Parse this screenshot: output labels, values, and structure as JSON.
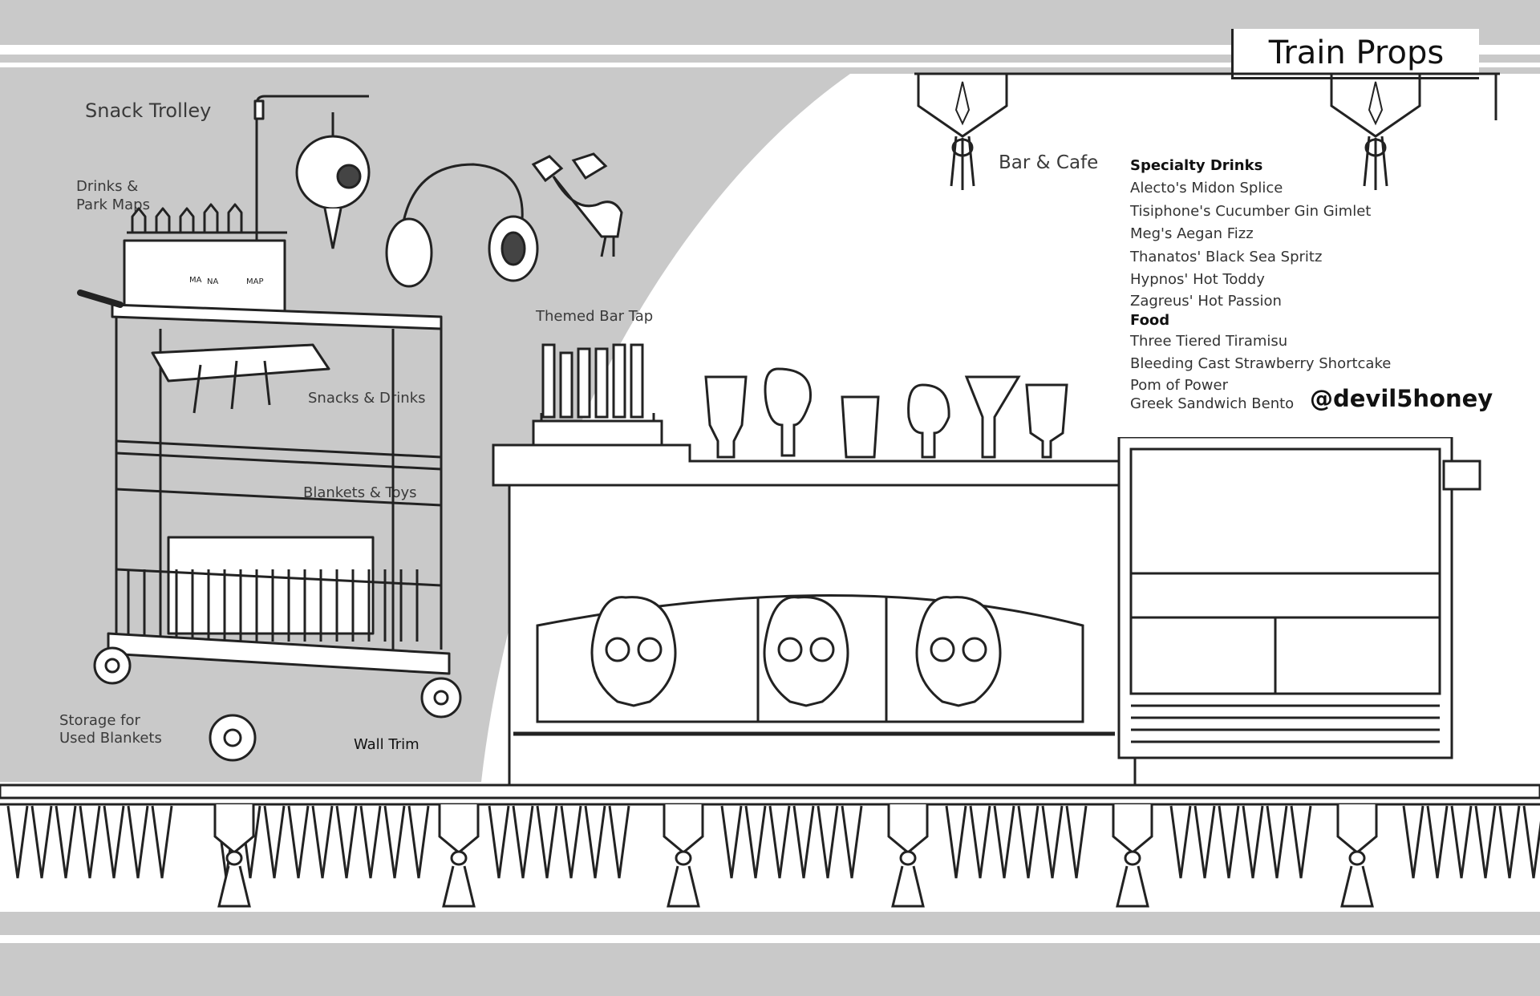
{
  "title": "Train Props",
  "credit": "@devil5honey",
  "trolley": {
    "heading": "Snack Trolley",
    "drinks_line1": "Drinks &",
    "drinks_line2": "Park Maps",
    "snacks": "Snacks & Drinks",
    "blankets": "Blankets & Toys",
    "storage_line1": "Storage for",
    "storage_line2": "Used Blankets",
    "map_tag_1": "MA",
    "map_tag_2": "NA",
    "map_tag_3": "MAP"
  },
  "wall_trim": "Wall Trim",
  "bar": {
    "heading": "Bar & Cafe",
    "tap_label": "Themed Bar Tap"
  },
  "menu": {
    "drinks_heading": "Specialty Drinks",
    "drinks": [
      "Alecto's Midon Splice",
      "Tisiphone's Cucumber Gin Gimlet",
      "Meg's Aegan Fizz",
      "Thanatos' Black Sea Spritz",
      "Hypnos' Hot Toddy",
      "Zagreus' Hot Passion"
    ],
    "food_heading": "Food",
    "food": [
      "Three Tiered Tiramisu",
      "Bleeding Cast Strawberry Shortcake",
      "Pom of Power",
      "Greek Sandwich Bento"
    ]
  },
  "colors": {
    "background": "#c9c9c9",
    "panel": "#ffffff",
    "line": "#222222"
  }
}
